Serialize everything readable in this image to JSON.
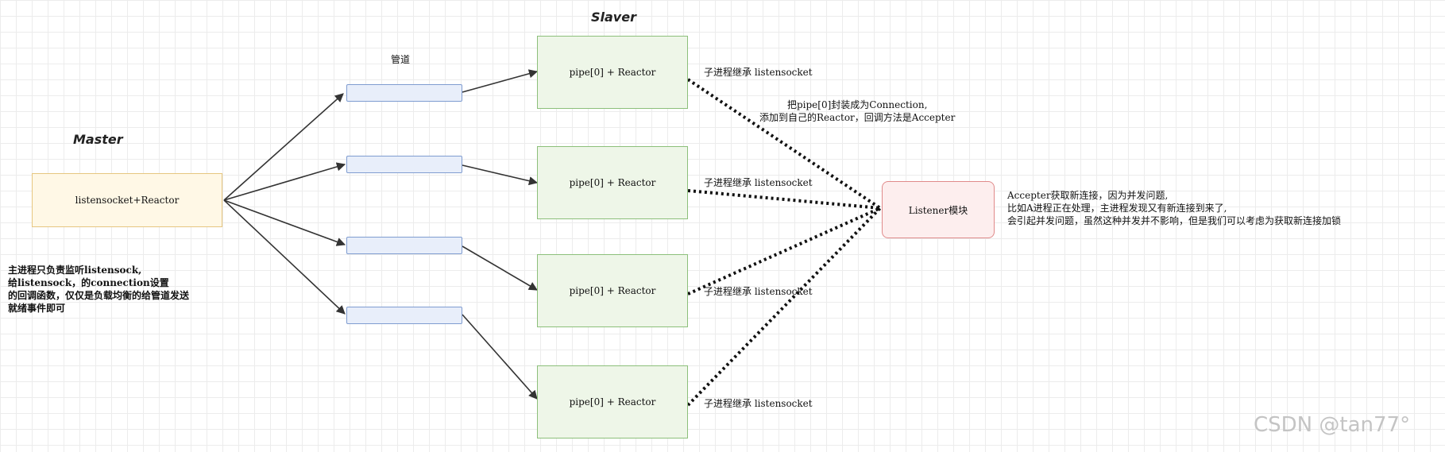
{
  "labels": {
    "master_title": "Master",
    "slaver_title": "Slaver",
    "pipe_title": "管道"
  },
  "master_node": "listensocket+Reactor",
  "master_note": [
    "主进程只负责监听listensock,",
    "给listensock，的connection设置",
    "的回调函数，仅仅是负载均衡的给管道发送",
    "就绪事件即可"
  ],
  "pipes": [
    "",
    "",
    "",
    ""
  ],
  "slavers": [
    {
      "label": "pipe[0] + Reactor",
      "inherit": "子进程继承 listensocket"
    },
    {
      "label": "pipe[0] + Reactor",
      "inherit": "子进程继承 listensocket"
    },
    {
      "label": "pipe[0] + Reactor",
      "inherit": "子进程继承 listensocket"
    },
    {
      "label": "pipe[0] + Reactor",
      "inherit": "子进程继承 listensocket"
    }
  ],
  "wrap_note": [
    "把pipe[0]封装成为Connection,",
    "添加到自己的Reactor，回调方法是Accepter"
  ],
  "listener": "Listener模块",
  "accepter_note": [
    "Accepter获取新连接，因为并发问题,",
    "比如A进程正在处理，主进程发现又有新连接到来了,",
    "会引起并发问题，虽然这种并发并不影响，但是我们可以考虑为获取新连接加锁"
  ],
  "watermark": "CSDN @tan77°"
}
